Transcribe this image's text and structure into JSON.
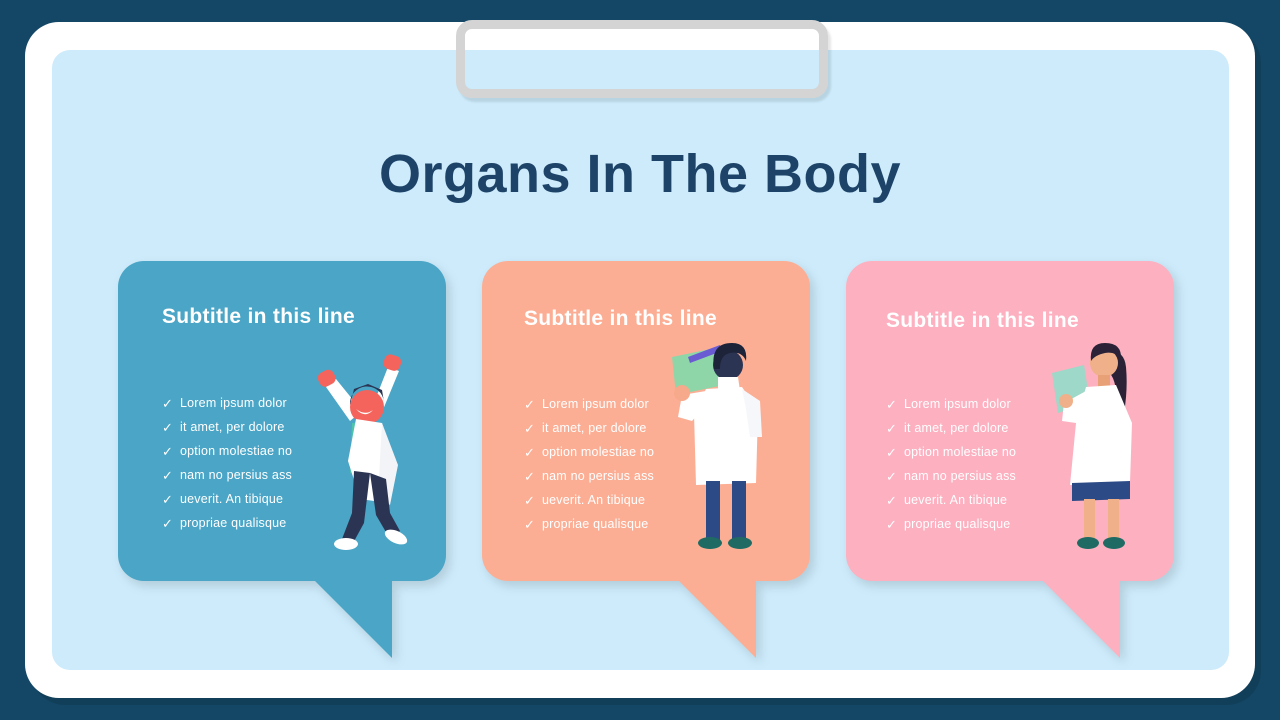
{
  "slide": {
    "title": "Organs In The Body",
    "background_color": "#134765",
    "frame_color": "#ffffff",
    "panel_color": "#cdebfb",
    "title_color": "#1d4468",
    "clip_color": "#d4d4d4"
  },
  "cards": [
    {
      "subtitle": "Subtitle in this line",
      "color": "#4aa5c6",
      "illustration": "doctor-cheering-illustration",
      "bullets": [
        "Lorem  ipsum dolor",
        "it amet,  per dolore",
        "option molestiae no",
        "nam no persius ass",
        "ueverit. An tibique",
        "propriae qualisque"
      ]
    },
    {
      "subtitle": "Subtitle in this line",
      "color": "#fcae94",
      "illustration": "doctor-with-clipboard-illustration",
      "bullets": [
        "Lorem  ipsum dolor",
        "it amet,  per dolore",
        "option molestiae no",
        "nam no persius ass",
        "ueverit. An tibique",
        "propriae qualisque"
      ]
    },
    {
      "subtitle": "Subtitle in this line",
      "color": "#fcb0c0",
      "illustration": "female-doctor-reading-illustration",
      "bullets": [
        "Lorem  ipsum dolor",
        "it amet,  per dolore",
        "option molestiae no",
        "nam no persius ass",
        "ueverit. An tibique",
        "propriae qualisque"
      ]
    }
  ],
  "bullet_marker": "✓"
}
